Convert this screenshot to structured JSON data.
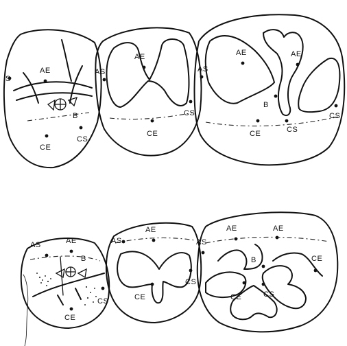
{
  "upper_row": {
    "tooth1": {
      "s": "S",
      "ae": "AE",
      "b": "B",
      "ce": "CE",
      "cs": "CS"
    },
    "tooth2": {
      "ae": "AE",
      "as": "AS",
      "cs": "CS",
      "ce": "CE"
    },
    "tooth3": {
      "as": "AS",
      "ae1": "AE",
      "ae2": "AE",
      "b": "B",
      "ce": "CE",
      "cs1": "CS",
      "cs2": "CS"
    }
  },
  "lower_row": {
    "tooth1": {
      "as": "AS",
      "ae": "AE",
      "b": "B",
      "cs": "CS",
      "ce": "CE"
    },
    "tooth2": {
      "as": "AS",
      "ae": "AE",
      "cs": "CS",
      "ce": "CE"
    },
    "tooth3": {
      "as": "AS",
      "ae1": "AE",
      "ae2": "AE",
      "b": "B",
      "ce1": "CE",
      "ce2": "CE",
      "cs": "CS"
    }
  }
}
